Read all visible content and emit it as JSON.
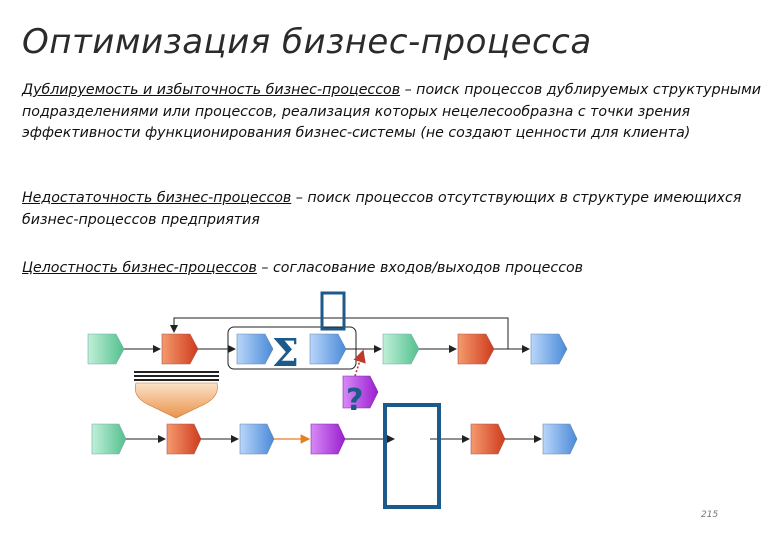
{
  "title": "Оптимизация бизнес-процесса",
  "paragraphs": [
    {
      "term": "Дублируемость и избыточность бизнес-процессов",
      "text": " – поиск процессов дублируемых структурными подразделениями или процессов, реализация которых нецелесообразна с точки зрения эффективности функционирования бизнес-системы (не создают ценности для клиента)"
    },
    {
      "term": "Недостаточность бизнес-процессов",
      "text": " – поиск процессов отсутствующих в структуре имеющихся бизнес-процессов предприятия"
    },
    {
      "term": "Целостность бизнес-процессов",
      "text": " – согласование входов/выходов процессов"
    }
  ],
  "symbols": {
    "sigma": "Σ",
    "question": "?"
  },
  "page_number": "215",
  "colors": {
    "green": "#8fd6b8",
    "red": "#e0603a",
    "blue": "#7fb0e8",
    "purple": "#b13fe0",
    "arrow": "#222222",
    "accent": "#1d5a8c",
    "orange": "#e89a5a"
  }
}
